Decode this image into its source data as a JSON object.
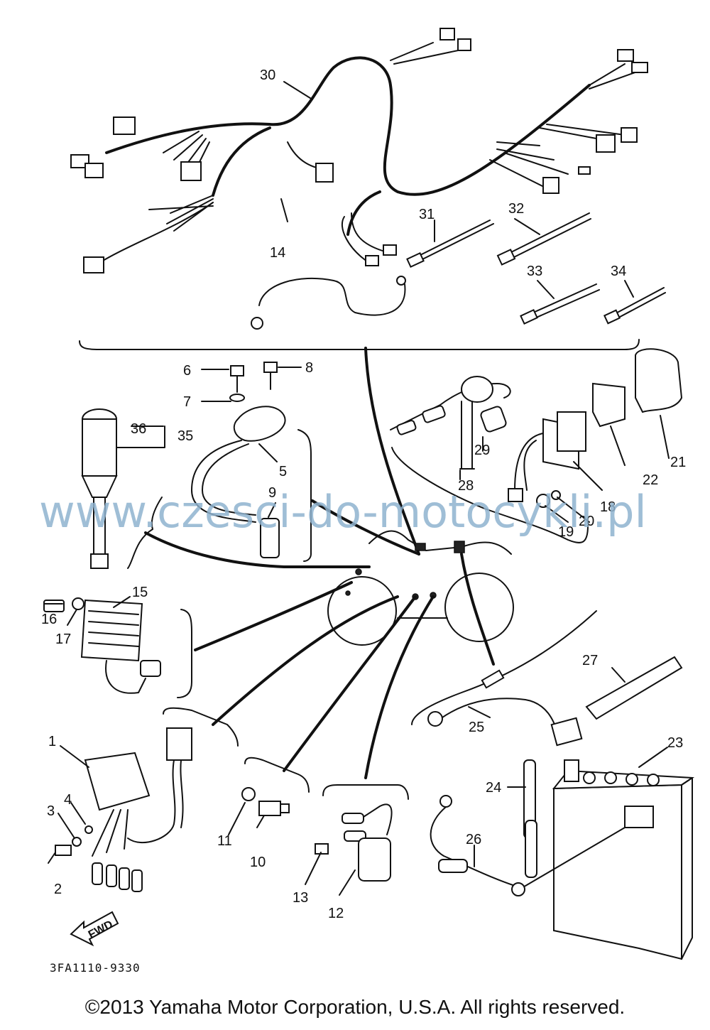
{
  "diagram": {
    "part_numbers": [
      "1",
      "2",
      "3",
      "4",
      "5",
      "6",
      "7",
      "8",
      "9",
      "10",
      "11",
      "12",
      "13",
      "14",
      "15",
      "16",
      "17",
      "18",
      "19",
      "20",
      "21",
      "22",
      "23",
      "24",
      "25",
      "26",
      "27",
      "28",
      "29",
      "30",
      "31",
      "32",
      "33",
      "34",
      "35",
      "36"
    ],
    "watermark": "www.czesci-do-motocykli.pl",
    "drawing_code": "3FA1110-9330",
    "fwd_label": "FWD",
    "copyright": "©2013 Yamaha Motor Corporation, U.S.A. All rights reserved."
  }
}
